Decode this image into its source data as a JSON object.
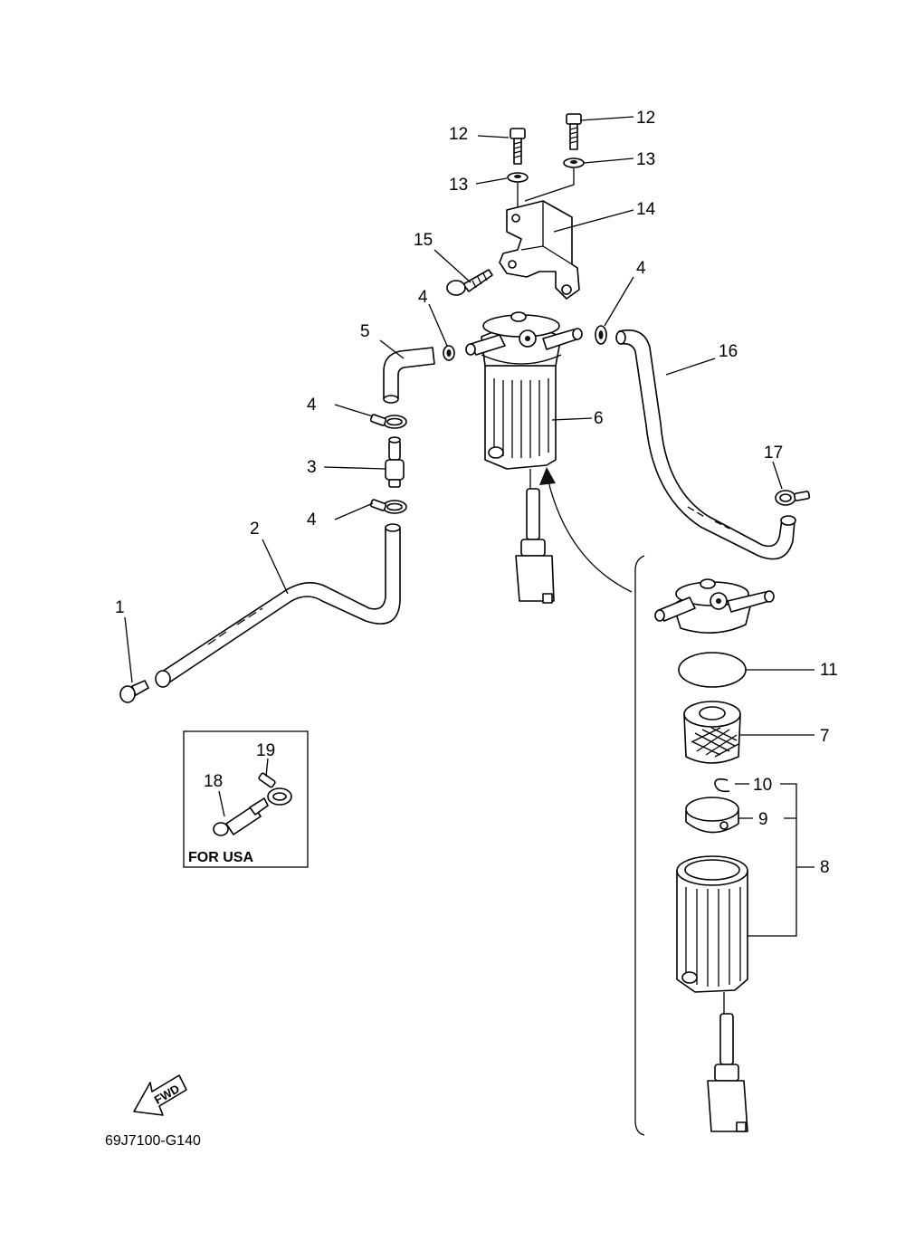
{
  "diagram": {
    "callouts": [
      {
        "key": "c1",
        "label": "1"
      },
      {
        "key": "c2",
        "label": "2"
      },
      {
        "key": "c3",
        "label": "3"
      },
      {
        "key": "c4a",
        "label": "4"
      },
      {
        "key": "c4b",
        "label": "4"
      },
      {
        "key": "c4c",
        "label": "4"
      },
      {
        "key": "c4d",
        "label": "4"
      },
      {
        "key": "c5",
        "label": "5"
      },
      {
        "key": "c6",
        "label": "6"
      },
      {
        "key": "c7",
        "label": "7"
      },
      {
        "key": "c8",
        "label": "8"
      },
      {
        "key": "c9",
        "label": "9"
      },
      {
        "key": "c10",
        "label": "10"
      },
      {
        "key": "c11",
        "label": "11"
      },
      {
        "key": "c12a",
        "label": "12"
      },
      {
        "key": "c12b",
        "label": "12"
      },
      {
        "key": "c13a",
        "label": "13"
      },
      {
        "key": "c13b",
        "label": "13"
      },
      {
        "key": "c14",
        "label": "14"
      },
      {
        "key": "c15",
        "label": "15"
      },
      {
        "key": "c16",
        "label": "16"
      },
      {
        "key": "c17",
        "label": "17"
      },
      {
        "key": "c18",
        "label": "18"
      },
      {
        "key": "c19",
        "label": "19"
      }
    ],
    "usa_box_label": "FOR USA",
    "fwd_label": "FWD",
    "drawing_code": "69J7100-G140"
  }
}
